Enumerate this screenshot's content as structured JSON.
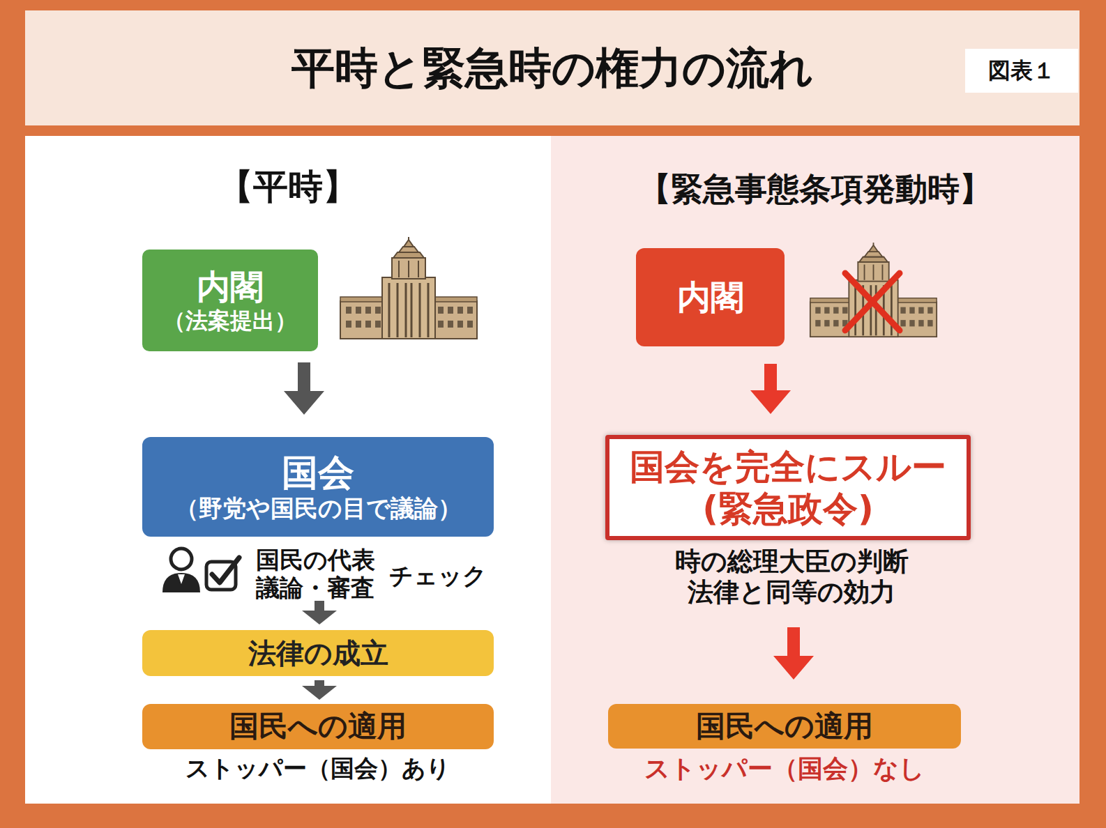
{
  "diagram": {
    "title": "平時と緊急時の権力の流れ",
    "nodes": [
      {
        "text": [
          "図表１"
        ]
      },
      {
        "text": [
          "【平時】"
        ]
      },
      {
        "text": [
          "内閣",
          "（法案提出）"
        ],
        "in": 1
      },
      {
        "text": [
          "国会",
          "（野党や国民の目で議論）"
        ],
        "in": 1
      },
      {
        "text": [
          "法律の成立"
        ],
        "in": 1
      },
      {
        "text": [
          "国民への適用"
        ],
        "in": 1
      },
      {
        "text": [
          "【緊急事態条項発動時】"
        ]
      },
      {
        "text": [
          "内閣"
        ],
        "in": 6
      },
      {
        "text": [
          "国会を完全にスルー",
          "(緊急政令)"
        ],
        "in": 6
      },
      {
        "text": [
          "国民への適用"
        ],
        "in": 6
      }
    ],
    "edges": [
      {
        "from": 2,
        "to": 3,
        "arrow": "to"
      },
      {
        "from": 3,
        "to": 4,
        "arrow": "to"
      },
      {
        "from": 4,
        "to": 5,
        "arrow": "to"
      },
      {
        "from": 7,
        "to": 8,
        "arrow": "to"
      },
      {
        "from": 8,
        "to": 9,
        "arrow": "to"
      }
    ],
    "labels": [
      "国民の代表 議論・審査",
      "チェック",
      "ストッパー（国会）あり",
      "時の総理大臣の判断 法律と同等の効力",
      "ストッパー（国会）なし"
    ]
  }
}
